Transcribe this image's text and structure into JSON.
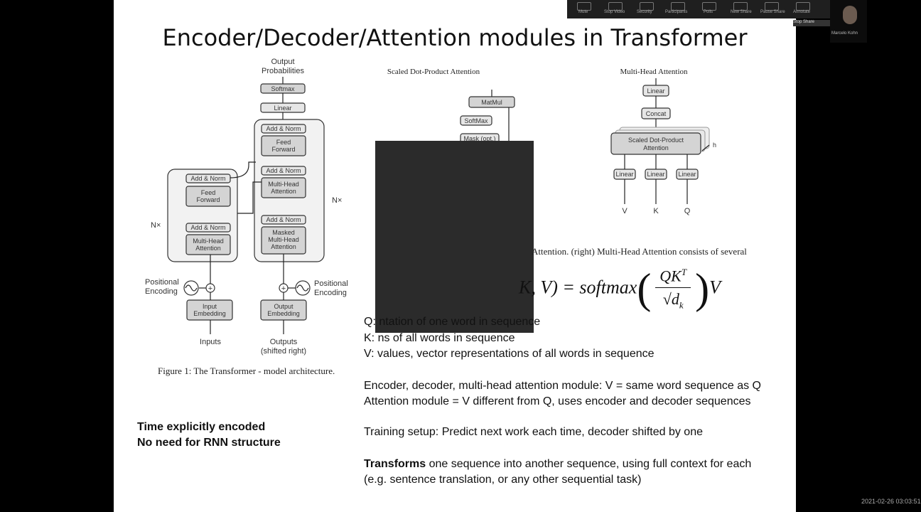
{
  "slide": {
    "title": "Encoder/Decoder/Attention modules in Transformer",
    "figure1": {
      "caption": "Figure 1: The Transformer - model architecture.",
      "output_label_1": "Output",
      "output_label_2": "Probabilities",
      "softmax": "Softmax",
      "linear": "Linear",
      "add_norm": "Add & Norm",
      "feed_forward_1": "Feed",
      "feed_forward_2": "Forward",
      "mha_1": "Multi-Head",
      "mha_2": "Attention",
      "masked_1": "Masked",
      "masked_2": "Multi-Head",
      "masked_3": "Attention",
      "nx": "N×",
      "positional_1": "Positional",
      "positional_2": "Encoding",
      "input_emb_1": "Input",
      "input_emb_2": "Embedding",
      "output_emb_1": "Output",
      "output_emb_2": "Embedding",
      "inputs": "Inputs",
      "outputs_1": "Outputs",
      "outputs_2": "(shifted right)"
    },
    "figure2": {
      "sdpa_title": "Scaled Dot-Product Attention",
      "mha_title": "Multi-Head Attention",
      "matmul": "MatMul",
      "softmax": "SoftMax",
      "mask": "Mask (opt.)",
      "linear": "Linear",
      "concat": "Concat",
      "sdpa_block_1": "Scaled Dot-Product",
      "sdpa_block_2": "Attention",
      "h": "h",
      "v": "V",
      "k": "K",
      "q": "Q",
      "caption_fragment": "Attention. (right) Multi-Head Attention consists of several"
    },
    "formula": {
      "lhs": "K, V) = softmax",
      "numerator": "QK",
      "numerator_sup": "T",
      "denominator": "√d",
      "denominator_sub": "k",
      "tail": "V"
    },
    "bullets": {
      "q": "Q:                                      ntation of one word in sequence",
      "k": "K:                                     ns of all words in sequence",
      "v": "V: values, vector representations of all words in sequence",
      "enc_dec": "Encoder, decoder, multi-head attention module: V = same word sequence as Q",
      "attn": "Attention module = V different from Q, uses encoder and decoder sequences",
      "training": "Training setup: Predict next work each time, decoder shifted by one",
      "transforms_bold": "Transforms",
      "transforms_rest": " one sequence into another sequence, using full context for each",
      "transforms_line2": "(e.g. sentence translation, or any other sequential task)"
    },
    "left_note": {
      "line1": "Time explicitly encoded",
      "line2": "No need for RNN structure"
    }
  },
  "zoom_toolbar": {
    "items": [
      "Mute",
      "Stop Video",
      "Security",
      "Participants",
      "Polls",
      "New Share",
      "Pause Share",
      "Annotate"
    ],
    "notice": "Stop Share"
  },
  "participant": {
    "name": "Marcelo Kohn"
  },
  "timestamp": "2021-02-26 03:03:51"
}
